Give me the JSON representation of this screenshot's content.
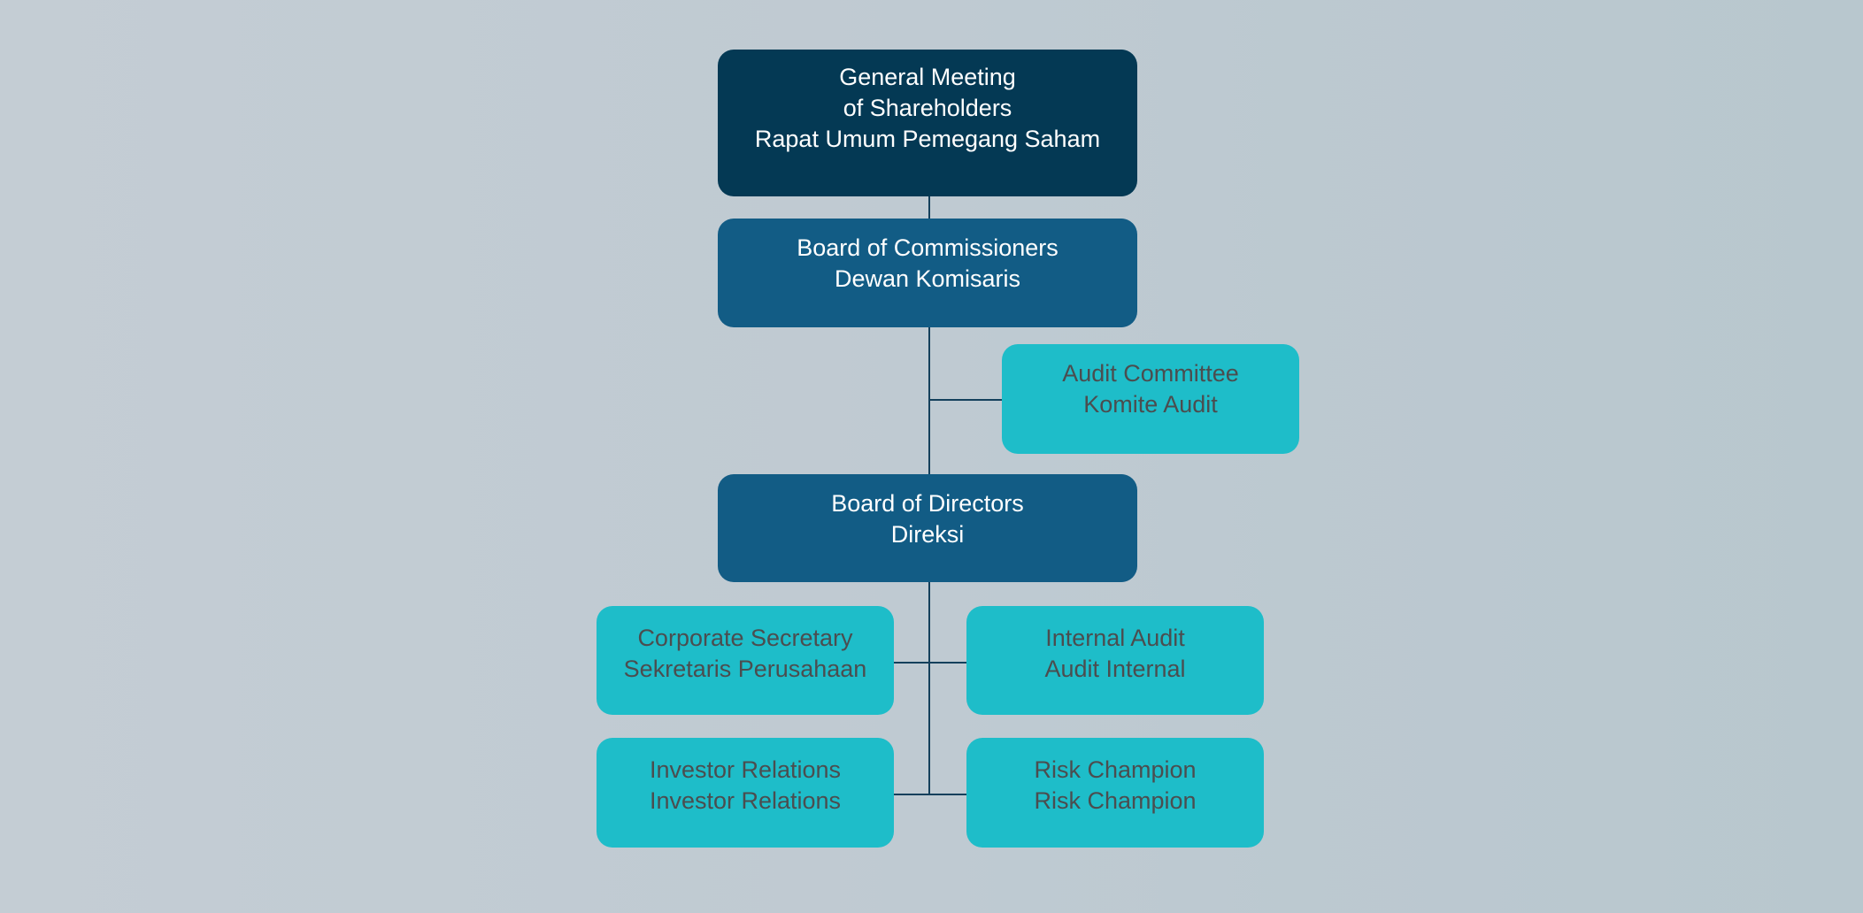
{
  "colors": {
    "background_left": "#c4cdd4",
    "background_right": "#b8c7ce",
    "gms_box": "#043954",
    "board_box": "#125c85",
    "unit_box": "#1ebdc9",
    "unit_text": "#4b4d4f",
    "connector": "#14405c"
  },
  "nodes": {
    "gms": {
      "lines": [
        "General Meeting",
        "of Shareholders",
        "Rapat Umum Pemegang Saham"
      ]
    },
    "commissioners": {
      "lines": [
        "Board of Commissioners",
        "Dewan Komisaris"
      ]
    },
    "audit_committee": {
      "lines": [
        "Audit Committee",
        "Komite Audit"
      ]
    },
    "directors": {
      "lines": [
        "Board of Directors",
        "Direksi"
      ]
    },
    "corporate_secretary": {
      "lines": [
        "Corporate Secretary",
        "Sekretaris Perusahaan"
      ]
    },
    "internal_audit": {
      "lines": [
        "Internal Audit",
        "Audit Internal"
      ]
    },
    "investor_relations": {
      "lines": [
        "Investor Relations",
        "Investor Relations"
      ]
    },
    "risk_champion": {
      "lines": [
        "Risk Champion",
        "Risk Champion"
      ]
    }
  }
}
